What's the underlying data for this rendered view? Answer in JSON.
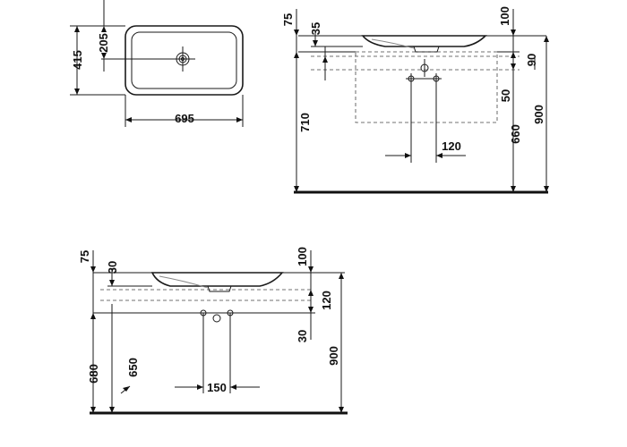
{
  "top_view": {
    "dims": {
      "width": "695",
      "depth": "415",
      "drain": "205"
    }
  },
  "side_view": {
    "dims": {
      "top_75": "75",
      "rim_35": "35",
      "top_100": "100",
      "right_90": "90",
      "right_50": "50",
      "right_660": "660",
      "right_900": "900",
      "left_710": "710",
      "spacing_120": "120"
    }
  },
  "front_view": {
    "dims": {
      "top_75": "75",
      "rim_30": "30",
      "top_100": "100",
      "right_120": "120",
      "right_30": "30",
      "right_900": "900",
      "left_680": "680",
      "left_650": "650",
      "spacing_150": "150"
    }
  }
}
